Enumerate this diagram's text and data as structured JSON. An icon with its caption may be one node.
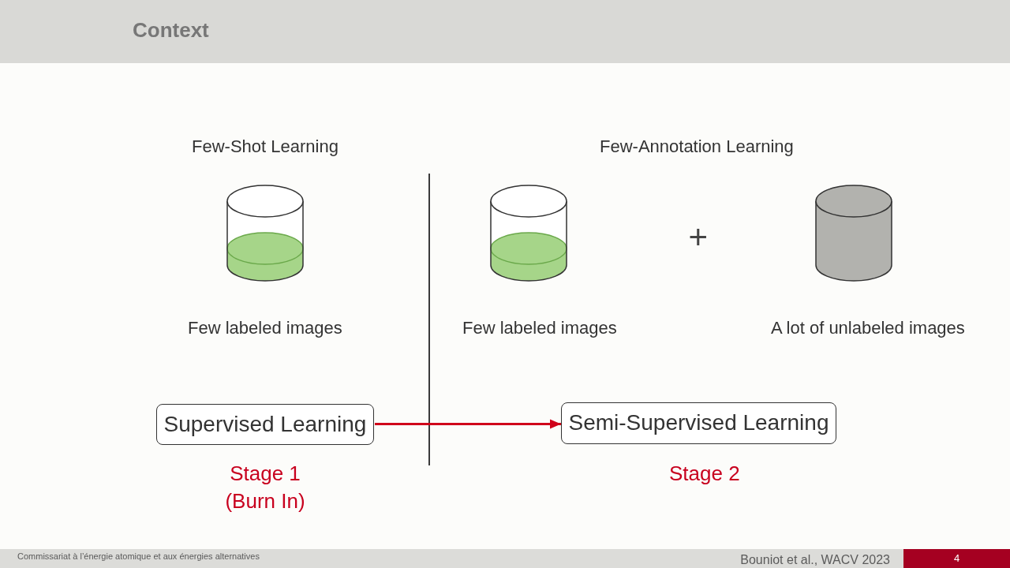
{
  "diagram": {
    "title": "Context",
    "nodes": [
      {
        "text": [],
        "shape": "cylinder",
        "beside": [
          "Few labeled images"
        ]
      },
      {
        "text": [],
        "shape": "cylinder",
        "beside": [
          "Few labeled images"
        ]
      },
      {
        "text": [],
        "shape": "cylinder",
        "beside": [
          "A lot of unlabeled images"
        ]
      },
      {
        "text": [
          "Supervised Learning"
        ],
        "beside": [
          "Stage 1 (Burn In)"
        ]
      },
      {
        "text": [
          "Semi-Supervised Learning"
        ],
        "beside": [
          "Stage 2"
        ]
      }
    ],
    "edges": [
      {
        "from": 3,
        "to": 4,
        "arrow": "to"
      }
    ],
    "labels": [
      "Few-Shot Learning",
      "Few-Annotation Learning",
      "+",
      "Commissariat à l’énergie atomique et aux énergies alternatives",
      "Bouniot et al., WACV 2023",
      "4"
    ]
  }
}
